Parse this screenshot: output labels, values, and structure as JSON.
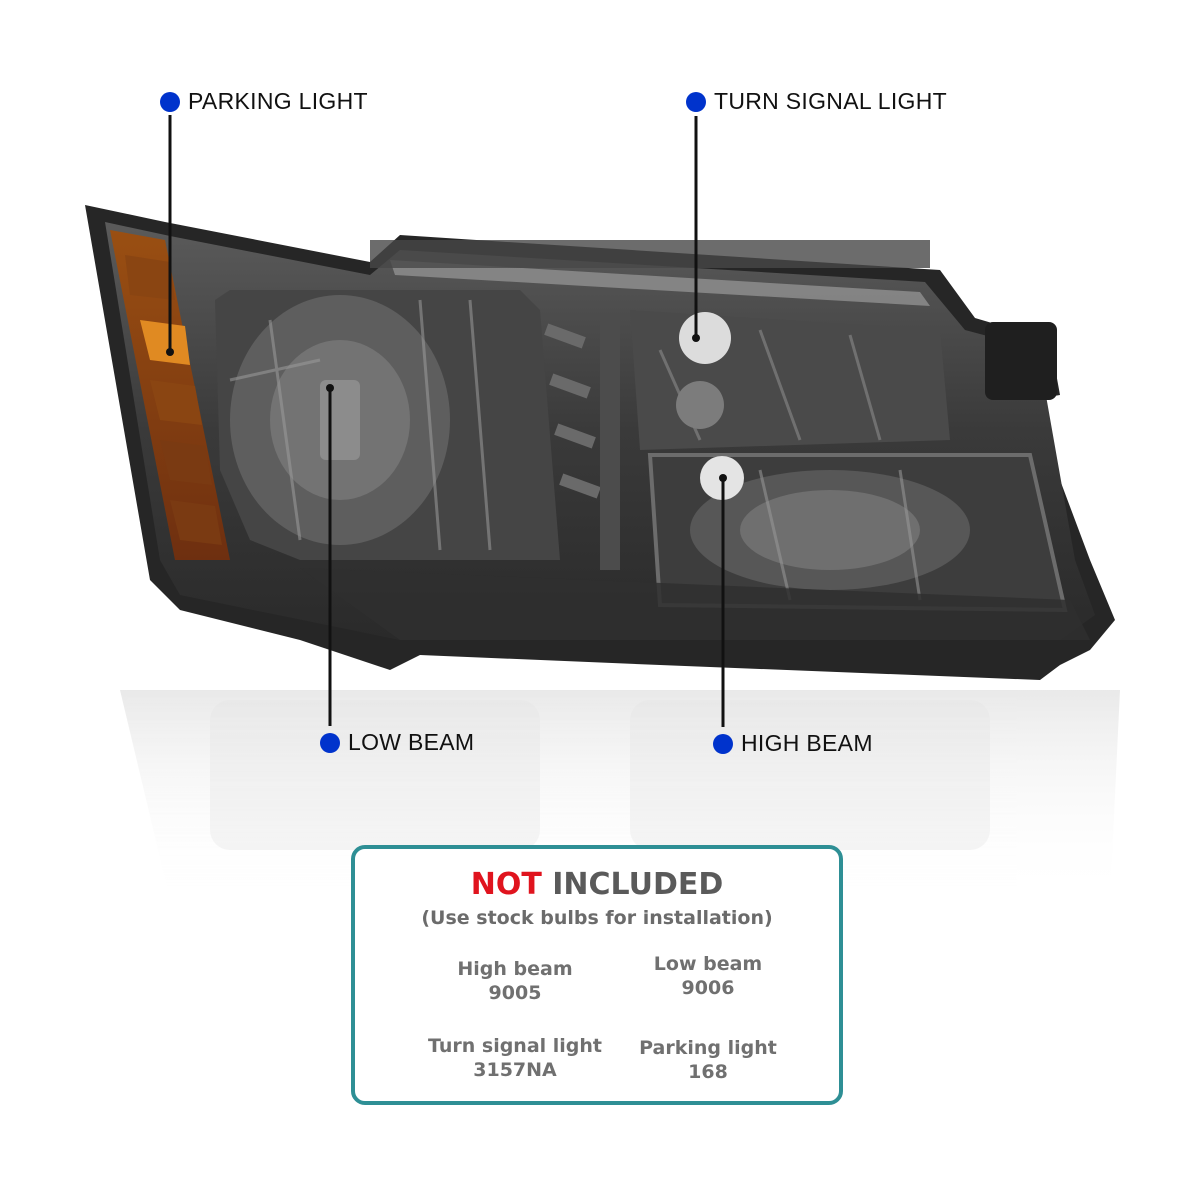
{
  "callouts": {
    "parking_light": "PARKING LIGHT",
    "turn_signal_light": "TURN SIGNAL LIGHT",
    "low_beam": "LOW BEAM",
    "high_beam": "HIGH BEAM"
  },
  "info_box": {
    "title_highlight": "NOT",
    "title_rest": " INCLUDED",
    "subtitle": "(Use stock bulbs for installation)",
    "bulbs": [
      {
        "name": "High beam",
        "code": "9005"
      },
      {
        "name": "Low beam",
        "code": "9006"
      },
      {
        "name": "Turn signal light",
        "code": "3157NA"
      },
      {
        "name": "Parking light",
        "code": "168"
      }
    ]
  },
  "colors": {
    "callout_dot": "#0033cc",
    "box_border": "#2e8f95",
    "not_text": "#e0141e",
    "amber_lens": "#c86a10",
    "smoked_housing": "#3c3c3c"
  }
}
